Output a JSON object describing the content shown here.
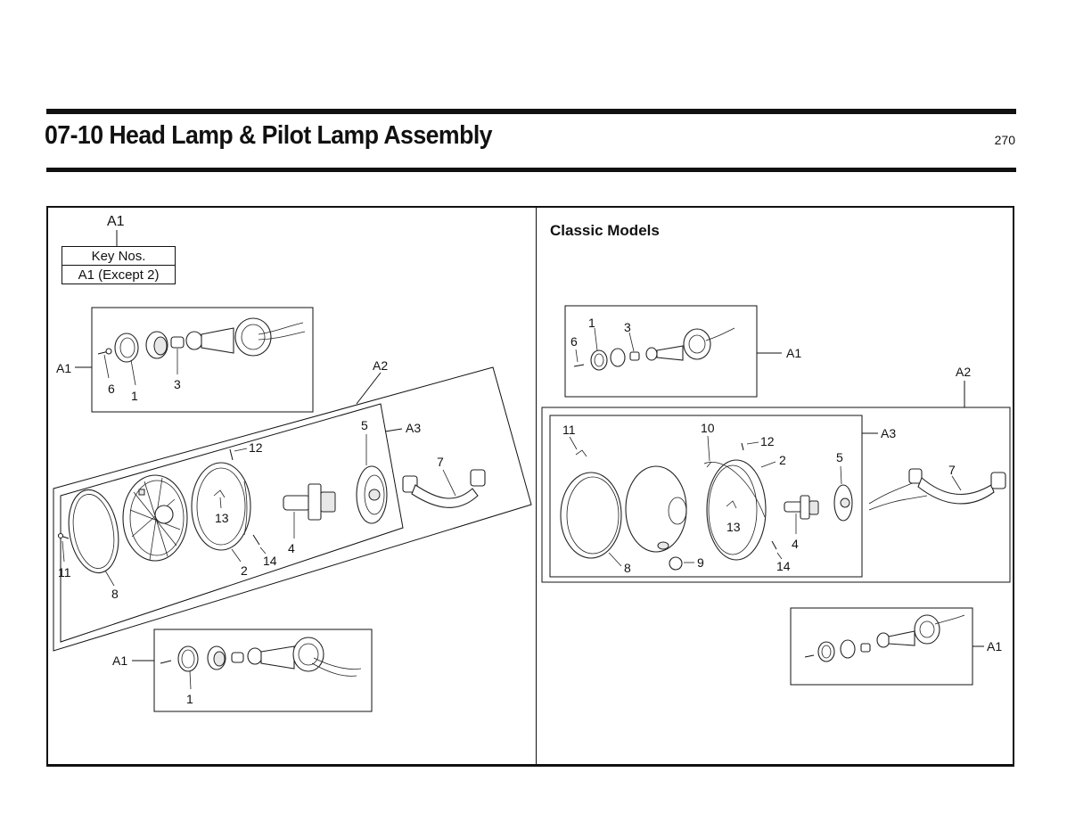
{
  "header": {
    "title": "07-10 Head Lamp & Pilot Lamp Assembly",
    "page_number": "270"
  },
  "key_table": {
    "caption": "A1",
    "rows": [
      "Key Nos.",
      "A1 (Except 2)"
    ]
  },
  "classic_section": {
    "title": "Classic Models"
  },
  "callouts": {
    "left_top": {
      "a1": "A1",
      "n6": "6",
      "n1": "1",
      "n3": "3"
    },
    "left_main": {
      "a2": "A2",
      "a3": "A3",
      "n5": "5",
      "n7": "7",
      "n12": "12",
      "n13": "13",
      "n4": "4",
      "n14": "14",
      "n2": "2",
      "n11": "11",
      "n8": "8"
    },
    "left_bottom": {
      "a1": "A1",
      "n1": "1"
    },
    "right_top": {
      "n1": "1",
      "n3": "3",
      "n6": "6",
      "a1": "A1"
    },
    "right_main": {
      "a2": "A2",
      "a3": "A3",
      "n11": "11",
      "n10": "10",
      "n12": "12",
      "n2": "2",
      "n5": "5",
      "n7": "7",
      "n13": "13",
      "n4": "4",
      "n14": "14",
      "n8": "8",
      "n9": "9"
    },
    "right_bottom": {
      "a1": "A1"
    }
  }
}
